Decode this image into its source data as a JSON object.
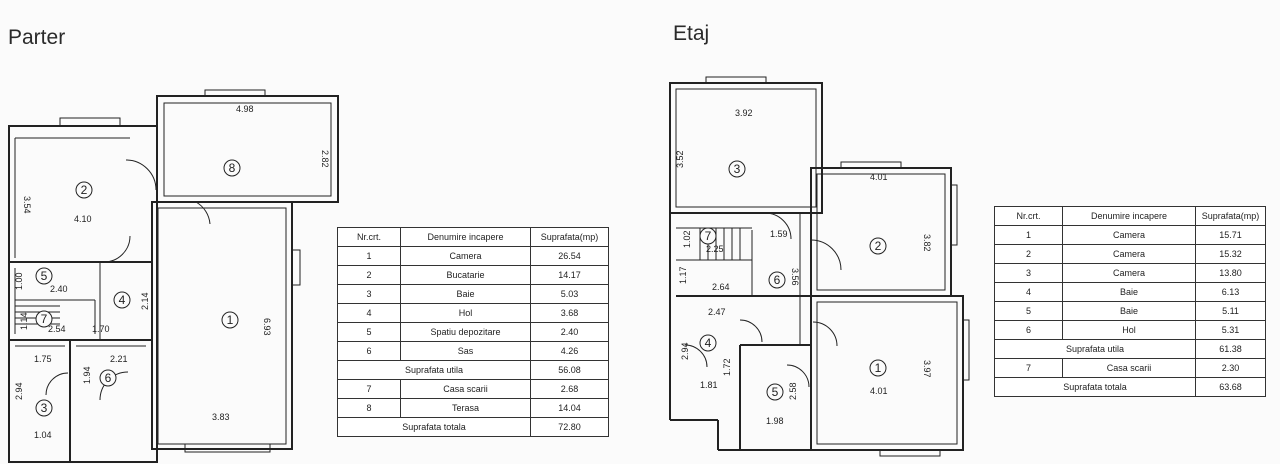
{
  "ground": {
    "title": "Parter",
    "dims": {
      "d498": "4.98",
      "d282": "2.82",
      "d354": "3.54",
      "d410": "4.10",
      "d240": "2.40",
      "d100": "1.00",
      "d214": "2.14",
      "d254": "2.54",
      "d170": "1.70",
      "d114": "1.14",
      "d693": "6.93",
      "d175": "1.75",
      "d221": "2.21",
      "d194": "1.94",
      "d294": "2.94",
      "d104": "1.04",
      "d383": "3.83"
    },
    "rooms": [
      "1",
      "2",
      "3",
      "4",
      "5",
      "6",
      "7",
      "8"
    ],
    "table": {
      "headers": [
        "Nr.crt.",
        "Denumire incapere",
        "Suprafata(mp)"
      ],
      "rows": [
        {
          "nr": "1",
          "name": "Camera",
          "area": "26.54"
        },
        {
          "nr": "2",
          "name": "Bucatarie",
          "area": "14.17"
        },
        {
          "nr": "3",
          "name": "Baie",
          "area": "5.03"
        },
        {
          "nr": "4",
          "name": "Hol",
          "area": "3.68"
        },
        {
          "nr": "5",
          "name": "Spatiu depozitare",
          "area": "2.40"
        },
        {
          "nr": "6",
          "name": "Sas",
          "area": "4.26"
        }
      ],
      "usable_label": "Suprafata utila",
      "usable_value": "56.08",
      "rows2": [
        {
          "nr": "7",
          "name": "Casa scarii",
          "area": "2.68"
        },
        {
          "nr": "8",
          "name": "Terasa",
          "area": "14.04"
        }
      ],
      "total_label": "Suprafata totala",
      "total_value": "72.80"
    }
  },
  "upper": {
    "title": "Etaj",
    "dims": {
      "d392": "3.92",
      "d352": "3.52",
      "d401a": "4.01",
      "d382": "3.82",
      "d102": "1.02",
      "d225": "2.25",
      "d159": "1.59",
      "d117": "1.17",
      "d264": "2.64",
      "d356": "3.56",
      "d247": "2.47",
      "d294": "2.94",
      "d181": "1.81",
      "d172": "1.72",
      "d258": "2.58",
      "d397": "3.97",
      "d401b": "4.01",
      "d198": "1.98"
    },
    "rooms": [
      "1",
      "2",
      "3",
      "4",
      "5",
      "6",
      "7"
    ],
    "table": {
      "headers": [
        "Nr.crt.",
        "Denumire incapere",
        "Suprafata(mp)"
      ],
      "rows": [
        {
          "nr": "1",
          "name": "Camera",
          "area": "15.71"
        },
        {
          "nr": "2",
          "name": "Camera",
          "area": "15.32"
        },
        {
          "nr": "3",
          "name": "Camera",
          "area": "13.80"
        },
        {
          "nr": "4",
          "name": "Baie",
          "area": "6.13"
        },
        {
          "nr": "5",
          "name": "Baie",
          "area": "5.11"
        },
        {
          "nr": "6",
          "name": "Hol",
          "area": "5.31"
        }
      ],
      "usable_label": "Suprafata utila",
      "usable_value": "61.38",
      "rows2": [
        {
          "nr": "7",
          "name": "Casa scarii",
          "area": "2.30"
        }
      ],
      "total_label": "Suprafata totala",
      "total_value": "63.68"
    }
  }
}
